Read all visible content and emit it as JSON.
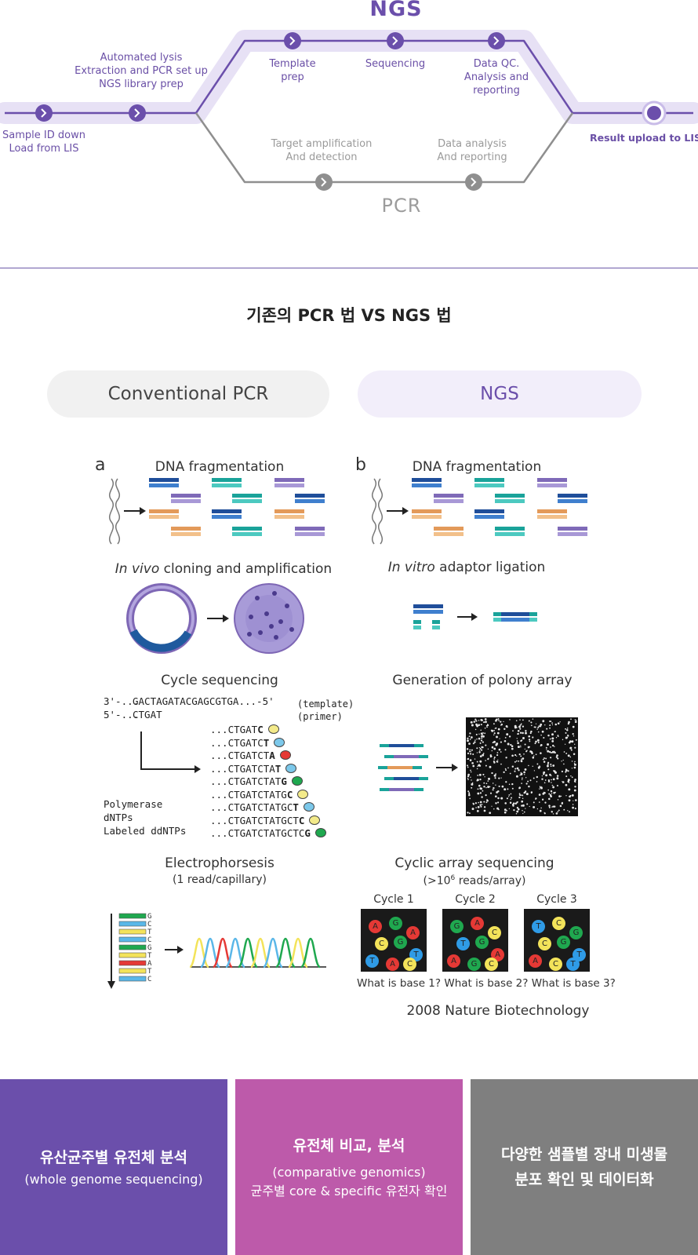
{
  "workflow": {
    "ngs_title": "NGS",
    "pcr_title": "PCR",
    "start_label_line1": "Sample ID down",
    "start_label_line2": "Load from LIS",
    "prep_line1": "Automated lysis",
    "prep_line2": "Extraction and PCR set up",
    "prep_line3": "NGS library prep",
    "ngs_steps": [
      {
        "line1": "Template",
        "line2": "prep"
      },
      {
        "line1": "Sequencing",
        "line2": ""
      },
      {
        "line1": "Data QC.",
        "line2": "Analysis and",
        "line3": "reporting"
      }
    ],
    "pcr_steps": [
      {
        "line1": "Target amplification",
        "line2": "And detection"
      },
      {
        "line1": "Data analysis",
        "line2": "And reporting"
      }
    ],
    "end_label": "Result upload to LIS",
    "colors": {
      "purple": "#6b4fab",
      "light_band": "#e6e0f5",
      "gray": "#8f8f8f"
    }
  },
  "comparison": {
    "title": "기존의 PCR 법 VS NGS 법",
    "tab_pcr": "Conventional PCR",
    "tab_ngs": "NGS"
  },
  "figure": {
    "panel_a": "a",
    "panel_b": "b",
    "a_fragmentation": "DNA fragmentation",
    "b_fragmentation": "DNA fragmentation",
    "a_cloning_italic": "In vivo",
    "a_cloning_rest": " cloning and amplification",
    "b_ligation_italic": "In vitro",
    "b_ligation_rest": " adaptor ligation",
    "a_cycle_seq": "Cycle sequencing",
    "template_prefix": "3'-...",
    "template_seq": "GACTAGATACGAGCGTGA...-5'",
    "template_label": "(template)",
    "primer_prefix": "5'-...",
    "primer_seq": "CTGAT",
    "primer_label": "(primer)",
    "reagents": [
      "Polymerase",
      "dNTPs",
      "Labeled ddNTPs"
    ],
    "ladder": [
      "...CTGATC",
      "...CTGATCT",
      "...CTGATCTA",
      "...CTGATCTAT",
      "...CTGATCTATG",
      "...CTGATCTATGC",
      "...CTGATCTATGCT",
      "...CTGATCTATGCTC",
      "...CTGATCTATGCTCG"
    ],
    "ladder_colors": [
      "#f3ea8a",
      "#7cc8ea",
      "#e53935",
      "#7cc8ea",
      "#1fa84f",
      "#f3ea8a",
      "#7cc8ea",
      "#f3ea8a",
      "#1fa84f"
    ],
    "b_polony": "Generation of polony array",
    "a_electro": "Electrophorsesis",
    "a_electro_sub": "(1 read/capillary)",
    "gel_letters": [
      "G",
      "C",
      "T",
      "C",
      "G",
      "T",
      "A",
      "T",
      "C"
    ],
    "b_cyclic": "Cyclic array sequencing",
    "b_cyclic_sub_prefix": "(>10",
    "b_cyclic_sub_exp": "6",
    "b_cyclic_sub_suffix": " reads/array)",
    "cycles": [
      {
        "label": "Cycle 1",
        "bases": [
          "A",
          "G",
          "A",
          "C",
          "G",
          "T",
          "T",
          "A",
          "C"
        ]
      },
      {
        "label": "Cycle 2",
        "bases": [
          "G",
          "A",
          "C",
          "T",
          "G",
          "A",
          "A",
          "G",
          "C"
        ]
      },
      {
        "label": "Cycle 3",
        "bases": [
          "T",
          "C",
          "G",
          "C",
          "G",
          "T",
          "A",
          "C",
          "T"
        ]
      }
    ],
    "questions": "What is base 1? What is base 2? What is base 3?",
    "source": "2008 Nature Biotechnology"
  },
  "cards": [
    {
      "title": "유산균주별 유전체 분석",
      "sub1": "(whole genome sequencing)",
      "sub2": "",
      "color": "#6b4fab"
    },
    {
      "title": "유전체 비교, 분석",
      "sub1": "(comparative genomics)",
      "sub2": "균주별 core & specific 유전자 확인",
      "color": "#bd5aaa"
    },
    {
      "title": "다양한 샘플별 장내 미생물",
      "sub1": "분포 확인 및 데이터화",
      "sub2": "",
      "color": "#7f7f7f"
    }
  ]
}
